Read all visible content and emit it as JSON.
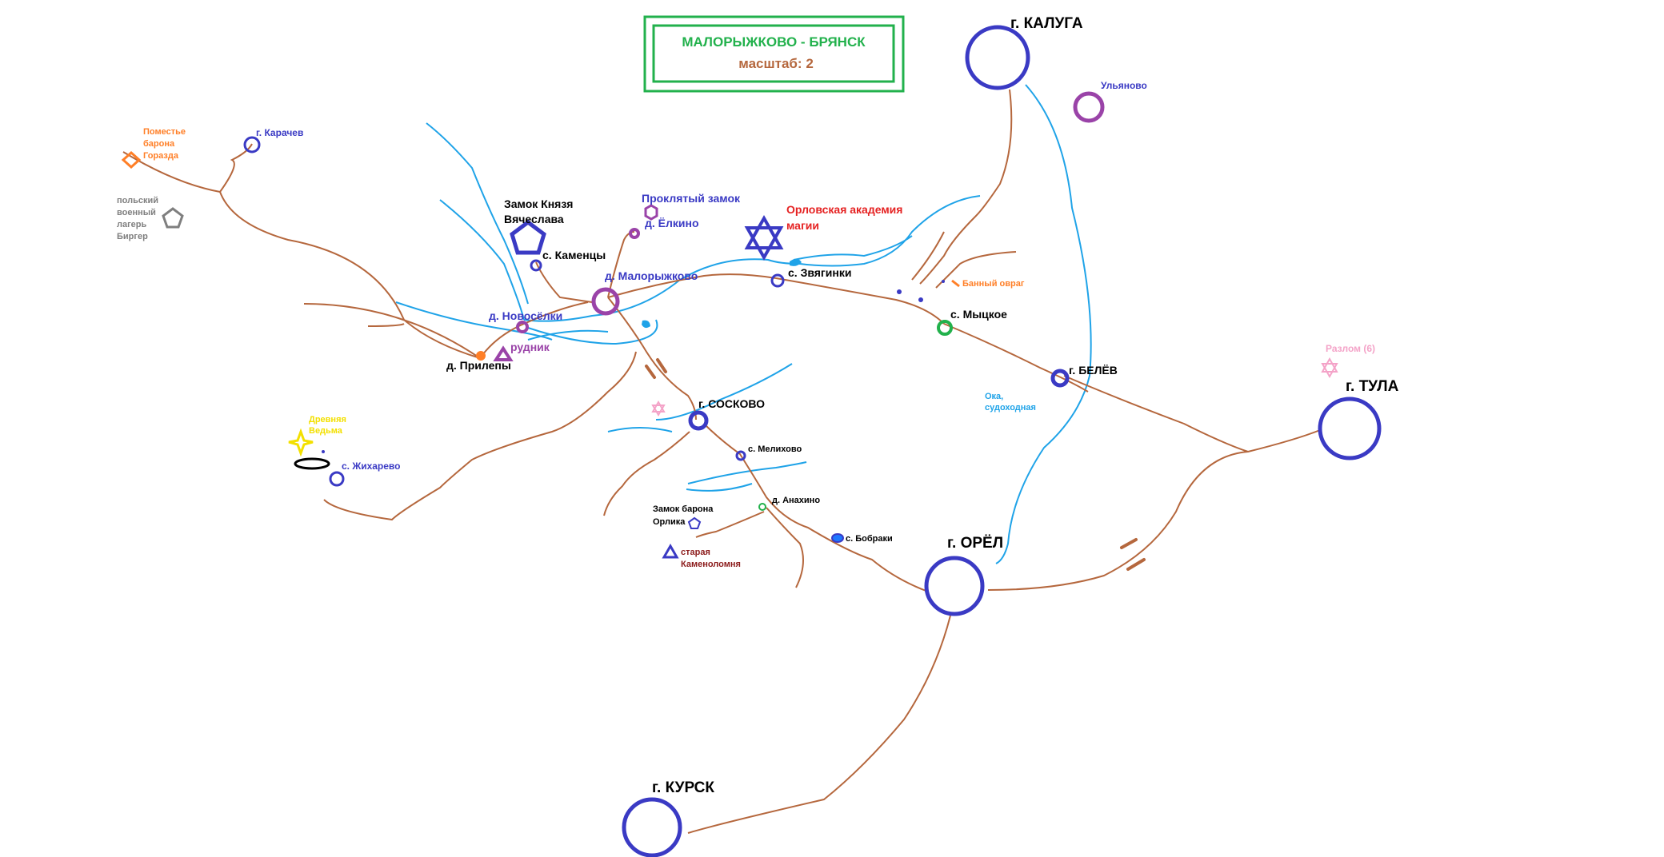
{
  "title": {
    "name": "МАЛОРЫЖКОВО - БРЯНСК",
    "scale": "масштаб: 2"
  },
  "colors": {
    "road": "#b5673d",
    "river": "#1fa3e8",
    "city": "#3a3ac4",
    "village": "#3a3ac4",
    "purple": "#9a43a8",
    "green_title": "#22b14c",
    "scale_text": "#b5673d",
    "academy": "#e52222",
    "orange": "#ff7f27",
    "pink": "#f4a3c8",
    "yellow": "#f3e000",
    "maroon": "#8b1a1a",
    "grey": "#7f7f7f"
  },
  "labels": {
    "kaluga": "г. КАЛУГА",
    "ulyanovo": "Ульяново",
    "karachev": "г. Карачев",
    "pomestie": [
      "Поместье",
      "барона",
      "Горазда"
    ],
    "lager": [
      "польский",
      "военный",
      "лагерь",
      "Биргер"
    ],
    "zamok_knyazya": [
      "Замок Князя",
      "Вячеслава"
    ],
    "kamentsy": "с. Каменцы",
    "proklyatyi": "Проклятый замок",
    "elkino": "д. Ёлкино",
    "academy": [
      "Орловская академия",
      "магии"
    ],
    "malorizhkovo": "д. Малорыжково",
    "zvyaginki": "с. Звягинки",
    "bannyi": "Банный овраг",
    "mytskoe": "с. Мыцкое",
    "novoselki": "д. Новосёлки",
    "rudnik": "рудник",
    "prilepy": "д. Прилепы",
    "belev": "г. БЕЛЁВ",
    "razlom": "Разлом (6)",
    "tula": "г. ТУЛА",
    "oka": [
      "Ока,",
      "судоходная"
    ],
    "soskovo": "г. СОСКОВО",
    "drevnyaya": [
      "Древняя",
      "Ведьма"
    ],
    "zhikharevo": "с. Жихарево",
    "melikhovo": "с. Мелихово",
    "anakhino": "д. Анахино",
    "zamok_orlika": [
      "Замок барона",
      "Орлика"
    ],
    "bobraki": "с. Бобраки",
    "kamenolomnya": [
      "старая",
      "Каменоломня"
    ],
    "orel": "г. ОРЁЛ",
    "kursk": "г. КУРСК"
  }
}
